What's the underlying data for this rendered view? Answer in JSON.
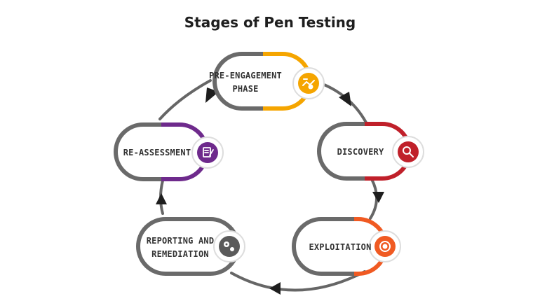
{
  "title": "Stages of Pen Testing",
  "stages": [
    {
      "line1": "PRE-ENGAGEMENT",
      "line2": "PHASE",
      "color": "#F5A500",
      "icon": "handshake-icon"
    },
    {
      "line1": "DISCOVERY",
      "line2": "",
      "color": "#C0202A",
      "icon": "magnifier-icon"
    },
    {
      "line1": "EXPLOITATION",
      "line2": "",
      "color": "#F05A22",
      "icon": "target-icon"
    },
    {
      "line1": "REPORTING AND",
      "line2": "REMEDIATION",
      "color": "#6A6A6A",
      "icon": "gears-icon"
    },
    {
      "line1": "RE-ASSESSMENT",
      "line2": "",
      "color": "#6E2A8C",
      "icon": "document-edit-icon"
    }
  ],
  "colors": {
    "connector": "#666666",
    "arrow": "#1e1e1e",
    "pill_outline": "#6A6A6A"
  }
}
